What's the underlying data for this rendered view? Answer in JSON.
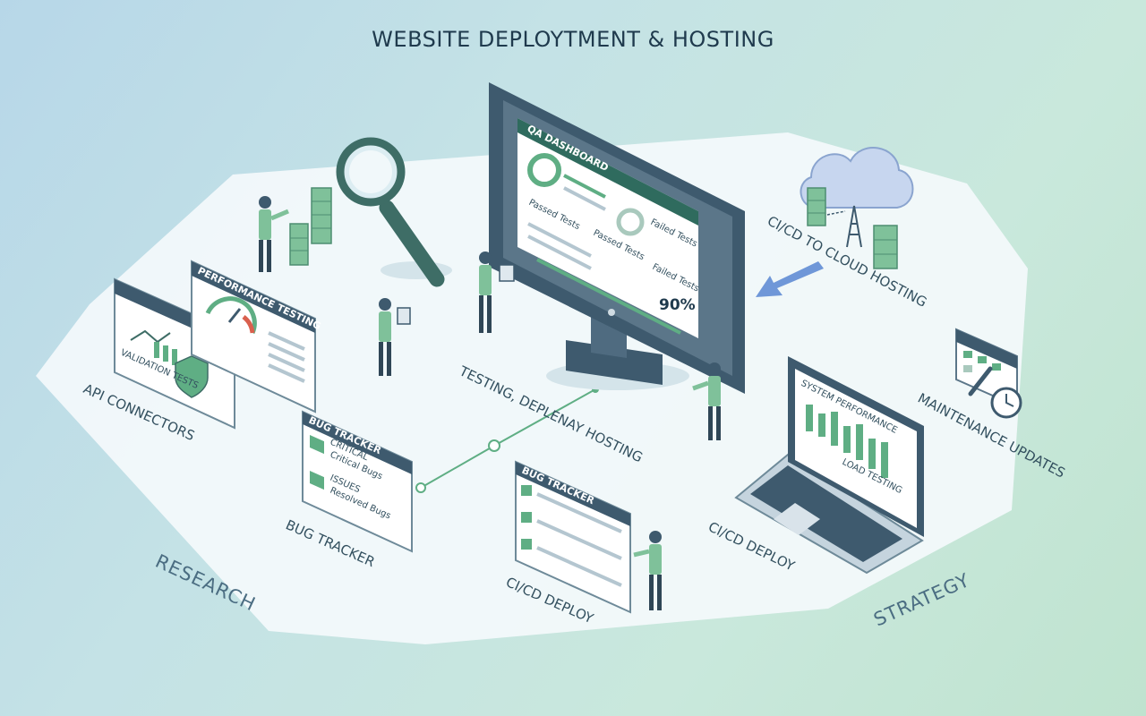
{
  "title": "WEBSITE DEPLOYTMENT & HOSTING",
  "labels": {
    "api_connectors": "API CONNECTORS",
    "bug_tracker": "BUG TRACKER",
    "testing_hosting": "TESTING, DEPLENAY HOSTING",
    "cicd_deploy_left": "CI/CD DEPLOY",
    "cicd_deploy_right": "CI/CD DEPLOY",
    "cicd_cloud": "CI/CD TO CLOUD HOSTING",
    "maintenance": "MAINTENANCE UPDATES",
    "research": "RESEARCH",
    "strategy": "STRATEGY"
  },
  "monitor": {
    "header": "QA DASHBOARD",
    "row1": "Passed Tests",
    "row2": "Failed Tests",
    "row3": "Passed Tests",
    "row4": "Failed Tests",
    "percent": "90%"
  },
  "panels": {
    "performance_header": "PERFORMANCE TESTING",
    "api_text": "VALIDATION TESTS",
    "bug_header": "BUG TRACKER",
    "bug_item1": "CRITICAL",
    "bug_item2": "ISSUES",
    "bug_item3": "Critical Bugs",
    "bug_item4": "Resolved Bugs",
    "bug2_header": "BUG TRACKER",
    "laptop_header": "SYSTEM PERFORMANCE",
    "laptop_sub": "LOAD TESTING"
  },
  "colors": {
    "accent": "#2f6b5e",
    "green": "#5fae84",
    "slate": "#3e5a6e",
    "floor": "#eef6f8"
  }
}
